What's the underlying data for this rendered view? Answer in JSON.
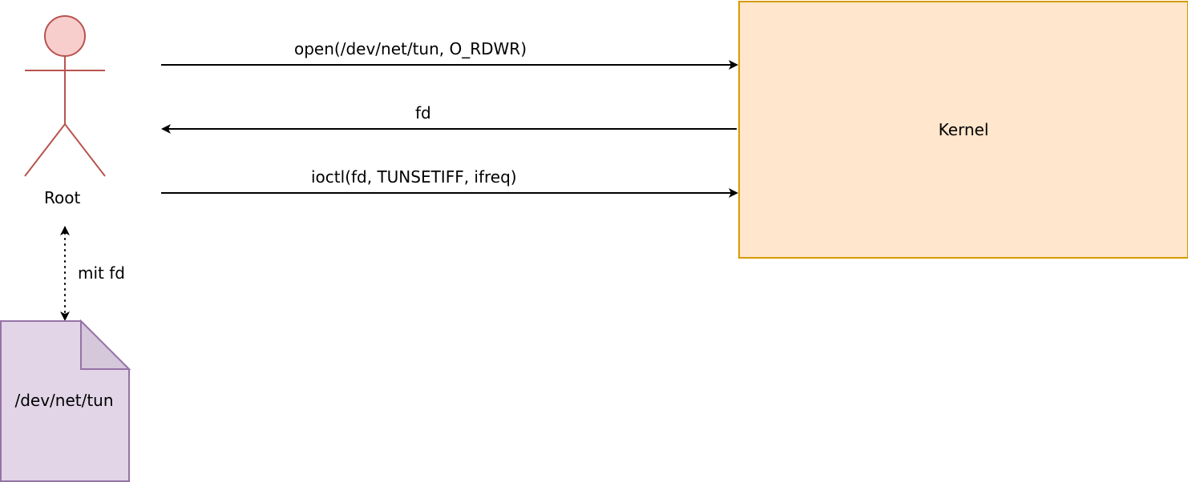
{
  "actor": {
    "label": "Root",
    "fill": "#f8cecc",
    "stroke": "#b85450"
  },
  "kernel": {
    "label": "Kernel",
    "fill": "#ffe6cc",
    "stroke": "#d79b00"
  },
  "file": {
    "label": "/dev/net/tun",
    "fill": "#e1d5e7",
    "stroke": "#9673a6"
  },
  "messages": [
    {
      "label": "open(/dev/net/tun, O_RDWR)",
      "direction": "to-kernel"
    },
    {
      "label": "fd",
      "direction": "to-actor"
    },
    {
      "label": "ioctl(fd, TUNSETIFF, ifreq)",
      "direction": "to-kernel"
    }
  ],
  "file_link": {
    "label": "mit fd",
    "style": "dotted",
    "bidirectional": true
  }
}
